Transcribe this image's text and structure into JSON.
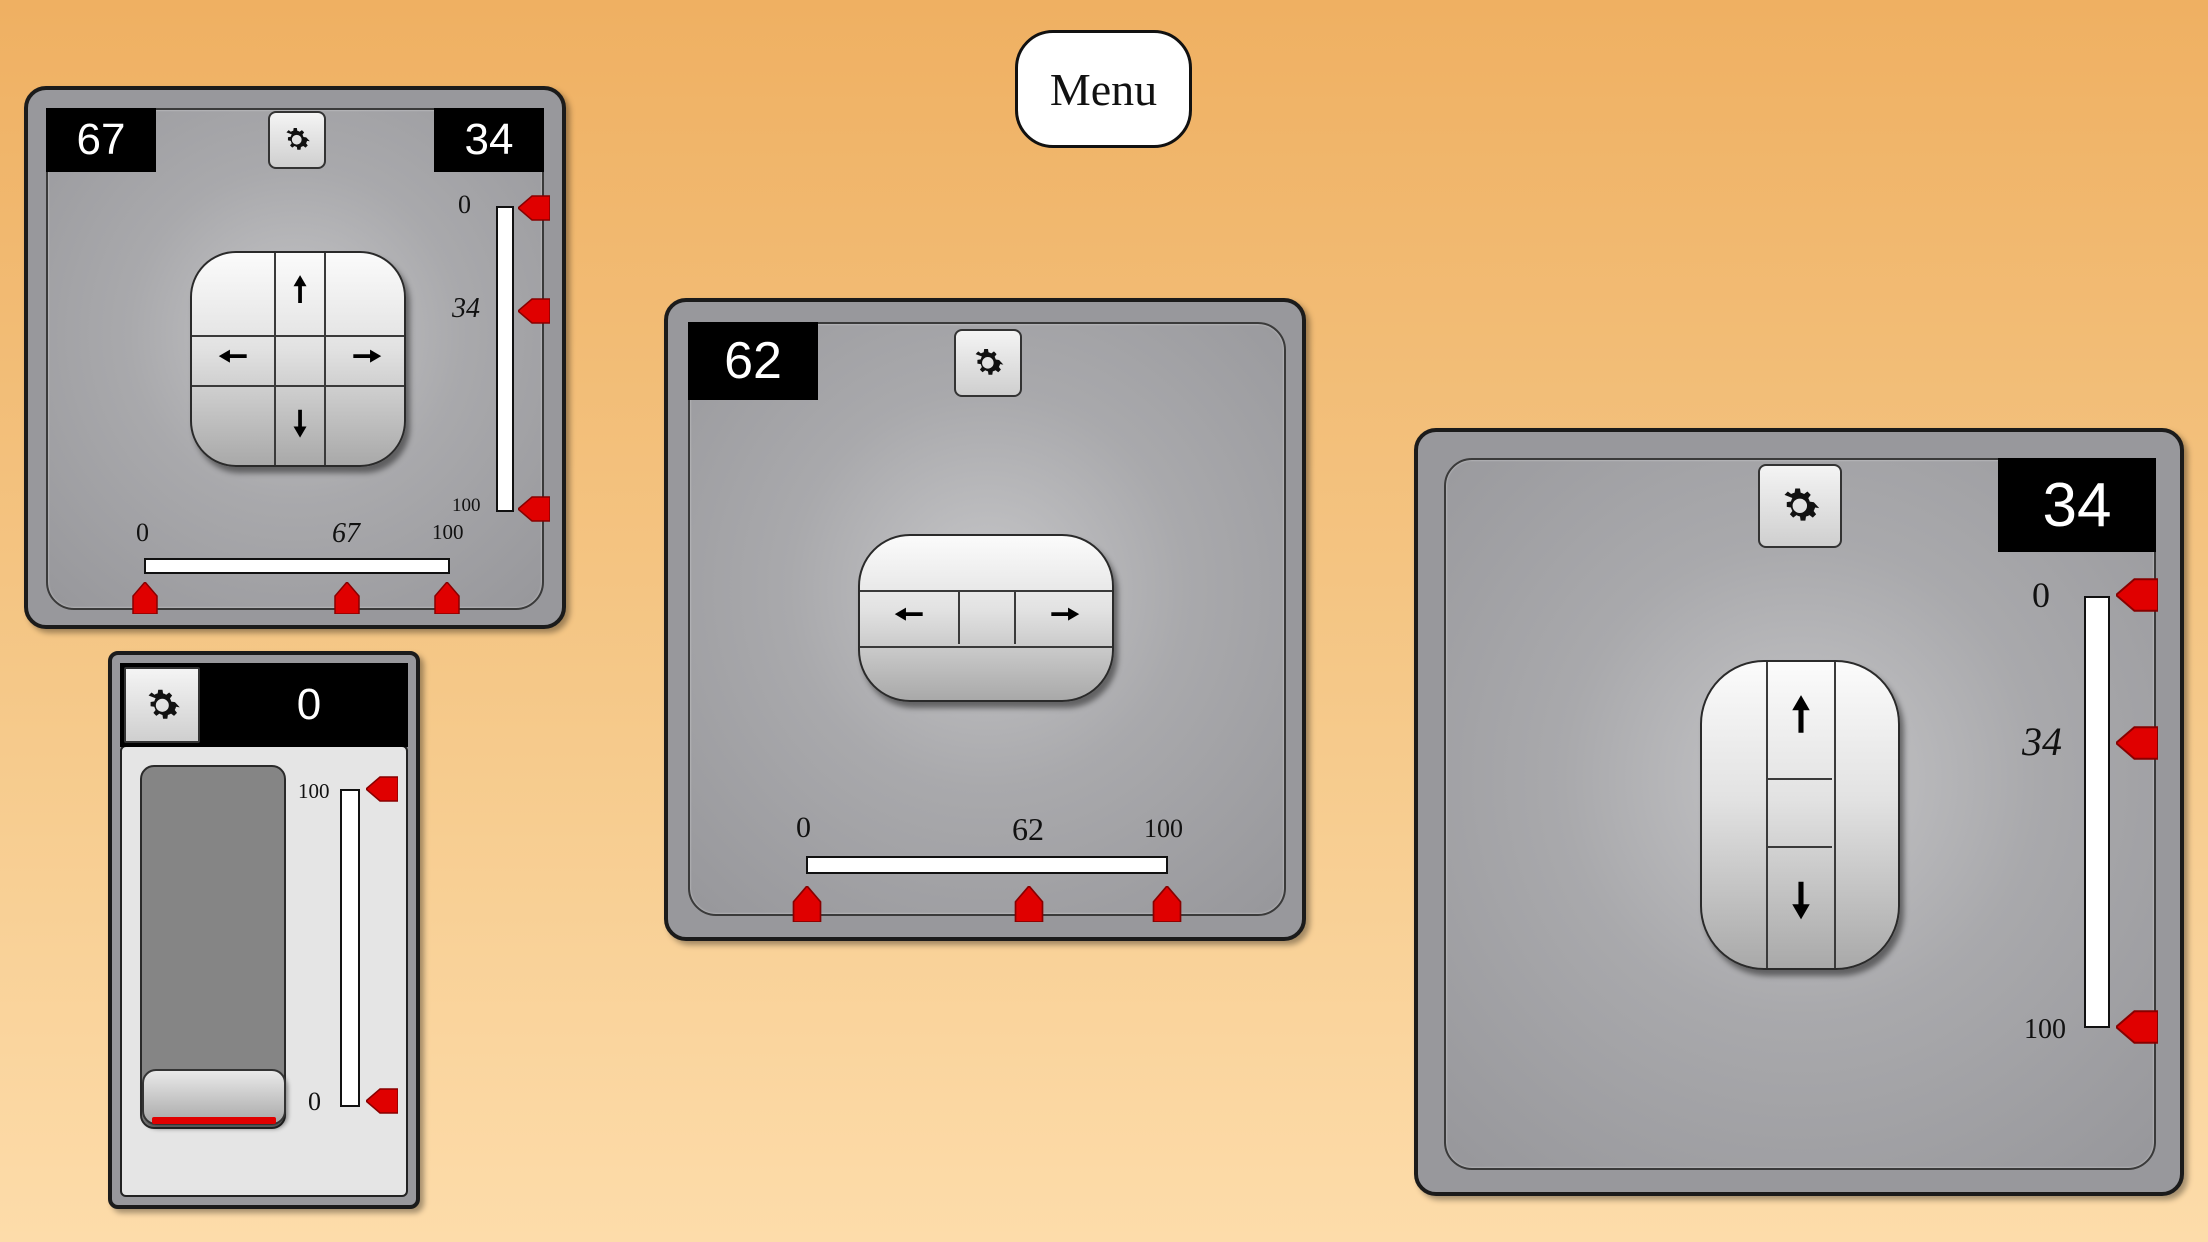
{
  "menu": {
    "label": "Menu"
  },
  "joystick_2axis": {
    "x_value": "67",
    "y_value": "34",
    "horizontal_scale": {
      "min": "0",
      "current": "67",
      "max": "100",
      "value": 67
    },
    "vertical_scale": {
      "min": "0",
      "current": "34",
      "max": "100",
      "value": 34
    },
    "pad_icons": {
      "up": "arrow-up-icon",
      "down": "arrow-down-icon",
      "left": "arrow-left-icon",
      "right": "arrow-right-icon"
    },
    "settings_icon": "gear-icon"
  },
  "horizontal_slider": {
    "value": "62",
    "scale": {
      "min": "0",
      "current": "62",
      "max": "100",
      "value": 62
    },
    "pad_icons": {
      "left": "arrow-left-icon",
      "right": "arrow-right-icon"
    },
    "settings_icon": "gear-icon"
  },
  "vertical_slider": {
    "value": "34",
    "scale": {
      "min": "0",
      "current": "34",
      "max": "100",
      "value": 34
    },
    "pad_icons": {
      "up": "arrow-up-icon",
      "down": "arrow-down-icon"
    },
    "settings_icon": "gear-icon"
  },
  "throttle": {
    "value": "0",
    "scale": {
      "max": "100",
      "min": "0",
      "value": 0
    },
    "settings_icon": "gear-icon"
  },
  "colors": {
    "marker": "#e00000",
    "panel": "#98989c",
    "readout_bg": "#000000"
  }
}
